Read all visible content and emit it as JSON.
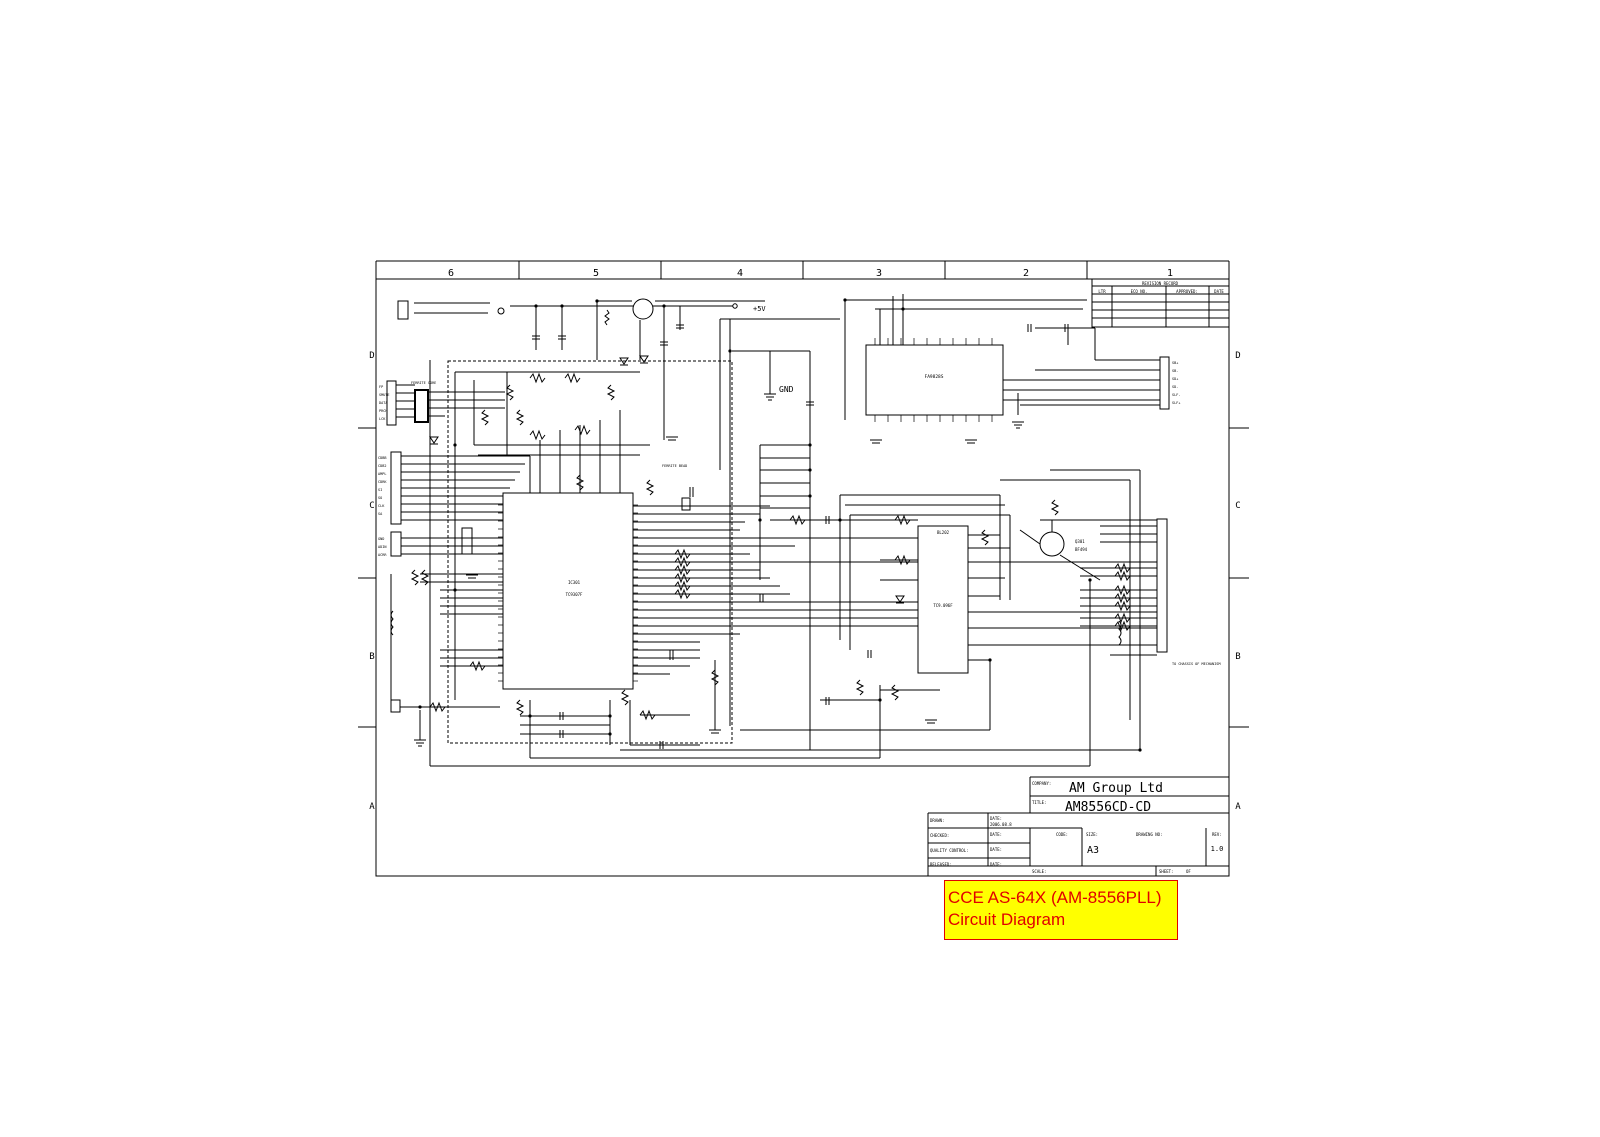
{
  "header": {
    "columns": [
      "6",
      "5",
      "4",
      "3",
      "2",
      "1"
    ],
    "rows": [
      "D",
      "C",
      "B",
      "A"
    ]
  },
  "revision_box": {
    "title": "REVISION RECORD",
    "columns": [
      "LTR",
      "ECO NO.",
      "APPROVED:",
      "DATE"
    ]
  },
  "schematic": {
    "main_ic": {
      "ref": "IC301",
      "part": "TC9307F"
    },
    "fm_ic": {
      "part": "FA9828S"
    },
    "pll_ic": {
      "ref": "BL202",
      "part": "TC9.096F"
    },
    "transistor": {
      "ref": "Q301",
      "part": "BF494"
    },
    "supply": "+5V",
    "ground_label": "GND",
    "left_connector": [
      "FP",
      "SMUTE",
      "DATA",
      "PRCH",
      "LCK"
    ],
    "left_connector_2": [
      "CDBB",
      "CDB2",
      "AMPL",
      "CDRK",
      "SI",
      "SO",
      "CLK",
      "SA"
    ],
    "left_connector_3": [
      "GND",
      "ADIN",
      "ACRR"
    ],
    "right_connector_top": [
      "SB+",
      "SB-",
      "SD+",
      "SD-",
      "SLF-",
      "SLF+"
    ],
    "right_connector_main_label": "TO CHASSIS OF MECHANISM",
    "ferrite_core": "FERRITE CORE",
    "ferrite_bead": "FERRITE BEAD"
  },
  "title_block": {
    "company_label": "COMPANY:",
    "company": "AM Group Ltd",
    "title_label": "TITLE:",
    "title": "AM8556CD-CD",
    "drawn_label": "DRAWN:",
    "date_label": "DATE:",
    "drawn_date": "2006.08.8",
    "checked_label": "CHECKED:",
    "qc_label": "QUALITY CONTROL:",
    "released_label": "RELEASED:",
    "code_label": "CODE:",
    "size_label": "SIZE:",
    "size": "A3",
    "drawing_no_label": "DRAWING NO:",
    "rev_label": "REV:",
    "rev": "1.0",
    "scale_label": "SCALE:",
    "sheet_label": "SHEET:",
    "sheet": "OF"
  },
  "caption": {
    "line1": "CCE AS-64X (AM-8556PLL)",
    "line2": "Circuit Diagram",
    "background": "#ffff00",
    "color": "#e00000"
  }
}
